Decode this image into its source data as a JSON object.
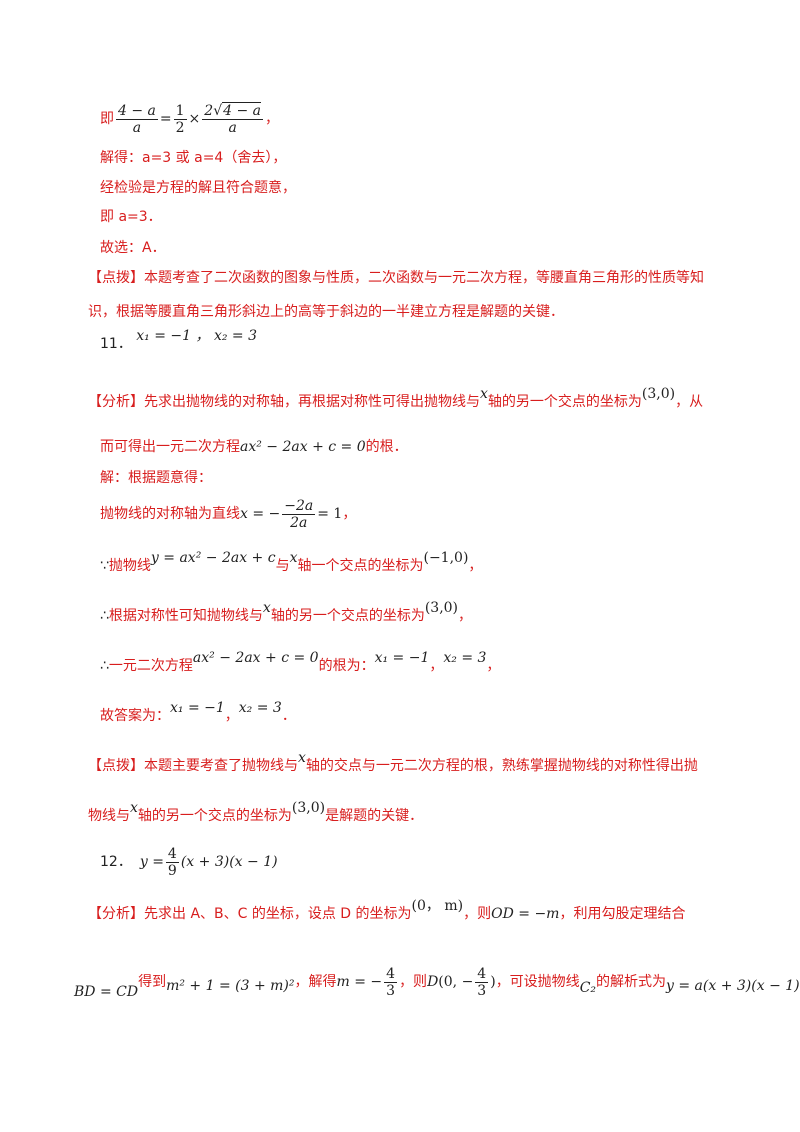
{
  "lines": {
    "l1_prefix": "即",
    "l1_eq_a_num": "4 − a",
    "l1_eq_a_den": "a",
    "l1_eq_mid": "=",
    "l1_half_num": "1",
    "l1_half_den": "2",
    "l1_times": "×",
    "l1_b_num_pre": "2",
    "l1_b_num_sqrt": "4 − a",
    "l1_b_den": "a",
    "l1_end": "，",
    "l2": "解得：a=3 或 a=4（舍去），",
    "l3": "经检验是方程的解且符合题意，",
    "l4": "即 a=3．",
    "l5": "故选：A．",
    "l6a": "【点拨】本题考查了二次函数的图象与性质，二次函数与一元二次方程，等腰直角三角形的性质等知",
    "l6b": "识，根据等腰直角三角形斜边上的高等于斜边的一半建立方程是解题的关键．",
    "q11_num": "11．",
    "q11_ans": "x₁ = −1 ， x₂ = 3",
    "a11_1_pre": "【分析】先求出抛物线的对称轴，再根据对称性可得出抛物线与",
    "a11_1_x": "x",
    "a11_1_mid": "轴的另一个交点的坐标为",
    "a11_1_pt": "(3,0)",
    "a11_1_end": "，从",
    "a11_2_pre": "而可得出一元二次方程",
    "a11_2_eq": "ax² − 2ax + c = 0",
    "a11_2_end": "的根．",
    "a11_3": "解：根据题意得：",
    "a11_4_pre": "抛物线的对称轴为直线",
    "a11_4_eq_l": "x = −",
    "a11_4_num": "−2a",
    "a11_4_den": "2a",
    "a11_4_eq_r": "= 1",
    "a11_4_end": "，",
    "a11_5_sym": "∵",
    "a11_5_pre": "抛物线",
    "a11_5_eq": "y = ax² − 2ax + c",
    "a11_5_mid": "与",
    "a11_5_x": "x",
    "a11_5_mid2": "轴一个交点的坐标为",
    "a11_5_pt": "(−1,0)",
    "a11_5_end": "，",
    "a11_6_sym": "∴",
    "a11_6_pre": "根据对称性可知抛物线与",
    "a11_6_x": "x",
    "a11_6_mid": "轴的另一个交点的坐标为",
    "a11_6_pt": "(3,0)",
    "a11_6_end": "，",
    "a11_7_sym": "∴",
    "a11_7_pre": "一元二次方程",
    "a11_7_eq": "ax² − 2ax + c = 0",
    "a11_7_mid": "的根为：",
    "a11_7_r1": "x₁ = −1",
    "a11_7_sep": "，",
    "a11_7_r2": "x₂ = 3",
    "a11_7_end": "，",
    "a11_8_pre": "故答案为：",
    "a11_8_r1": "x₁ = −1",
    "a11_8_sep": "，",
    "a11_8_r2": "x₂ = 3",
    "a11_8_end": "．",
    "a11_9_pre": "【点拨】本题主要考查了抛物线与",
    "a11_9_x": "x",
    "a11_9_end": "轴的交点与一元二次方程的根，熟练掌握抛物线的对称性得出抛",
    "a11_10_pre": "物线与",
    "a11_10_x": "x",
    "a11_10_mid": "轴的另一个交点的坐标为",
    "a11_10_pt": "(3,0)",
    "a11_10_end": "是解题的关键．",
    "q12_num": "12．",
    "q12_eq_pre": "y =",
    "q12_num_f": "4",
    "q12_den_f": "9",
    "q12_eq_post": "(x + 3)(x − 1)",
    "a12_1_pre": "【分析】先求出 A、B、C 的坐标，设点 D 的坐标为",
    "a12_1_pt": "(0， m)",
    "a12_1_mid": "，则",
    "a12_1_eq": "OD = −m",
    "a12_1_end": "，利用勾股定理结合",
    "a12_2_eq1": "BD = CD",
    "a12_2_t1": "得到",
    "a12_2_eq2": "m² + 1 = (3 + m)²",
    "a12_2_t2": "，解得",
    "a12_2_eq3_l": "m = −",
    "a12_2_num": "4",
    "a12_2_den": "3",
    "a12_2_t3": "，则",
    "a12_2_D": "D",
    "a12_2_D_l": "(0, −",
    "a12_2_D_num": "4",
    "a12_2_D_den": "3",
    "a12_2_D_r": ")",
    "a12_2_t4": "，可设抛物线",
    "a12_2_C": "C₂",
    "a12_2_t5": "的解析式为",
    "a12_2_eq4": "y = a(x + 3)(x − 1)",
    "a12_2_end": "，"
  }
}
